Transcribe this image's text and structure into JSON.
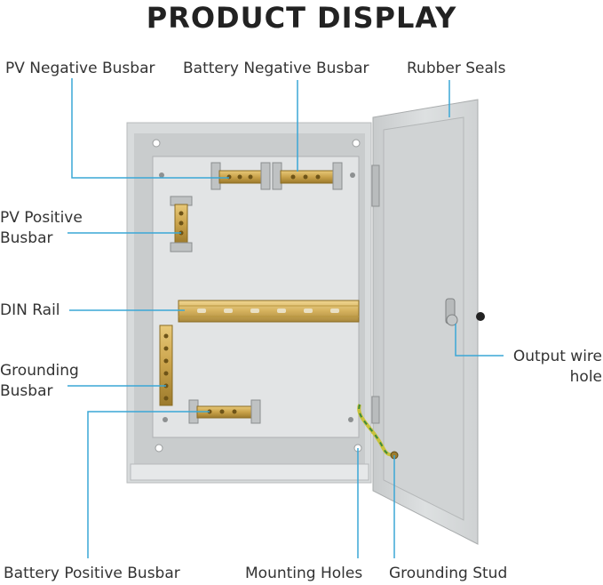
{
  "title": "PRODUCT DISPLAY",
  "labels": {
    "pv_negative_busbar": "PV Negative Busbar",
    "battery_negative_busbar": "Battery Negative Busbar",
    "rubber_seals": "Rubber Seals",
    "pv_positive_busbar_line1": "PV Positive",
    "pv_positive_busbar_line2": "Busbar",
    "din_rail": "DIN Rail",
    "grounding_busbar_line1": "Grounding",
    "grounding_busbar_line2": "Busbar",
    "output_wire_hole_line1": "Output wire",
    "output_wire_hole_line2": "hole",
    "battery_positive_busbar": "Battery Positive Busbar",
    "mounting_holes": "Mounting Holes",
    "grounding_stud": "Grounding Stud"
  },
  "colors": {
    "leader_line": "#3aa7d6",
    "enclosure": "#d9dcdd",
    "brass": "#c9a24a"
  }
}
